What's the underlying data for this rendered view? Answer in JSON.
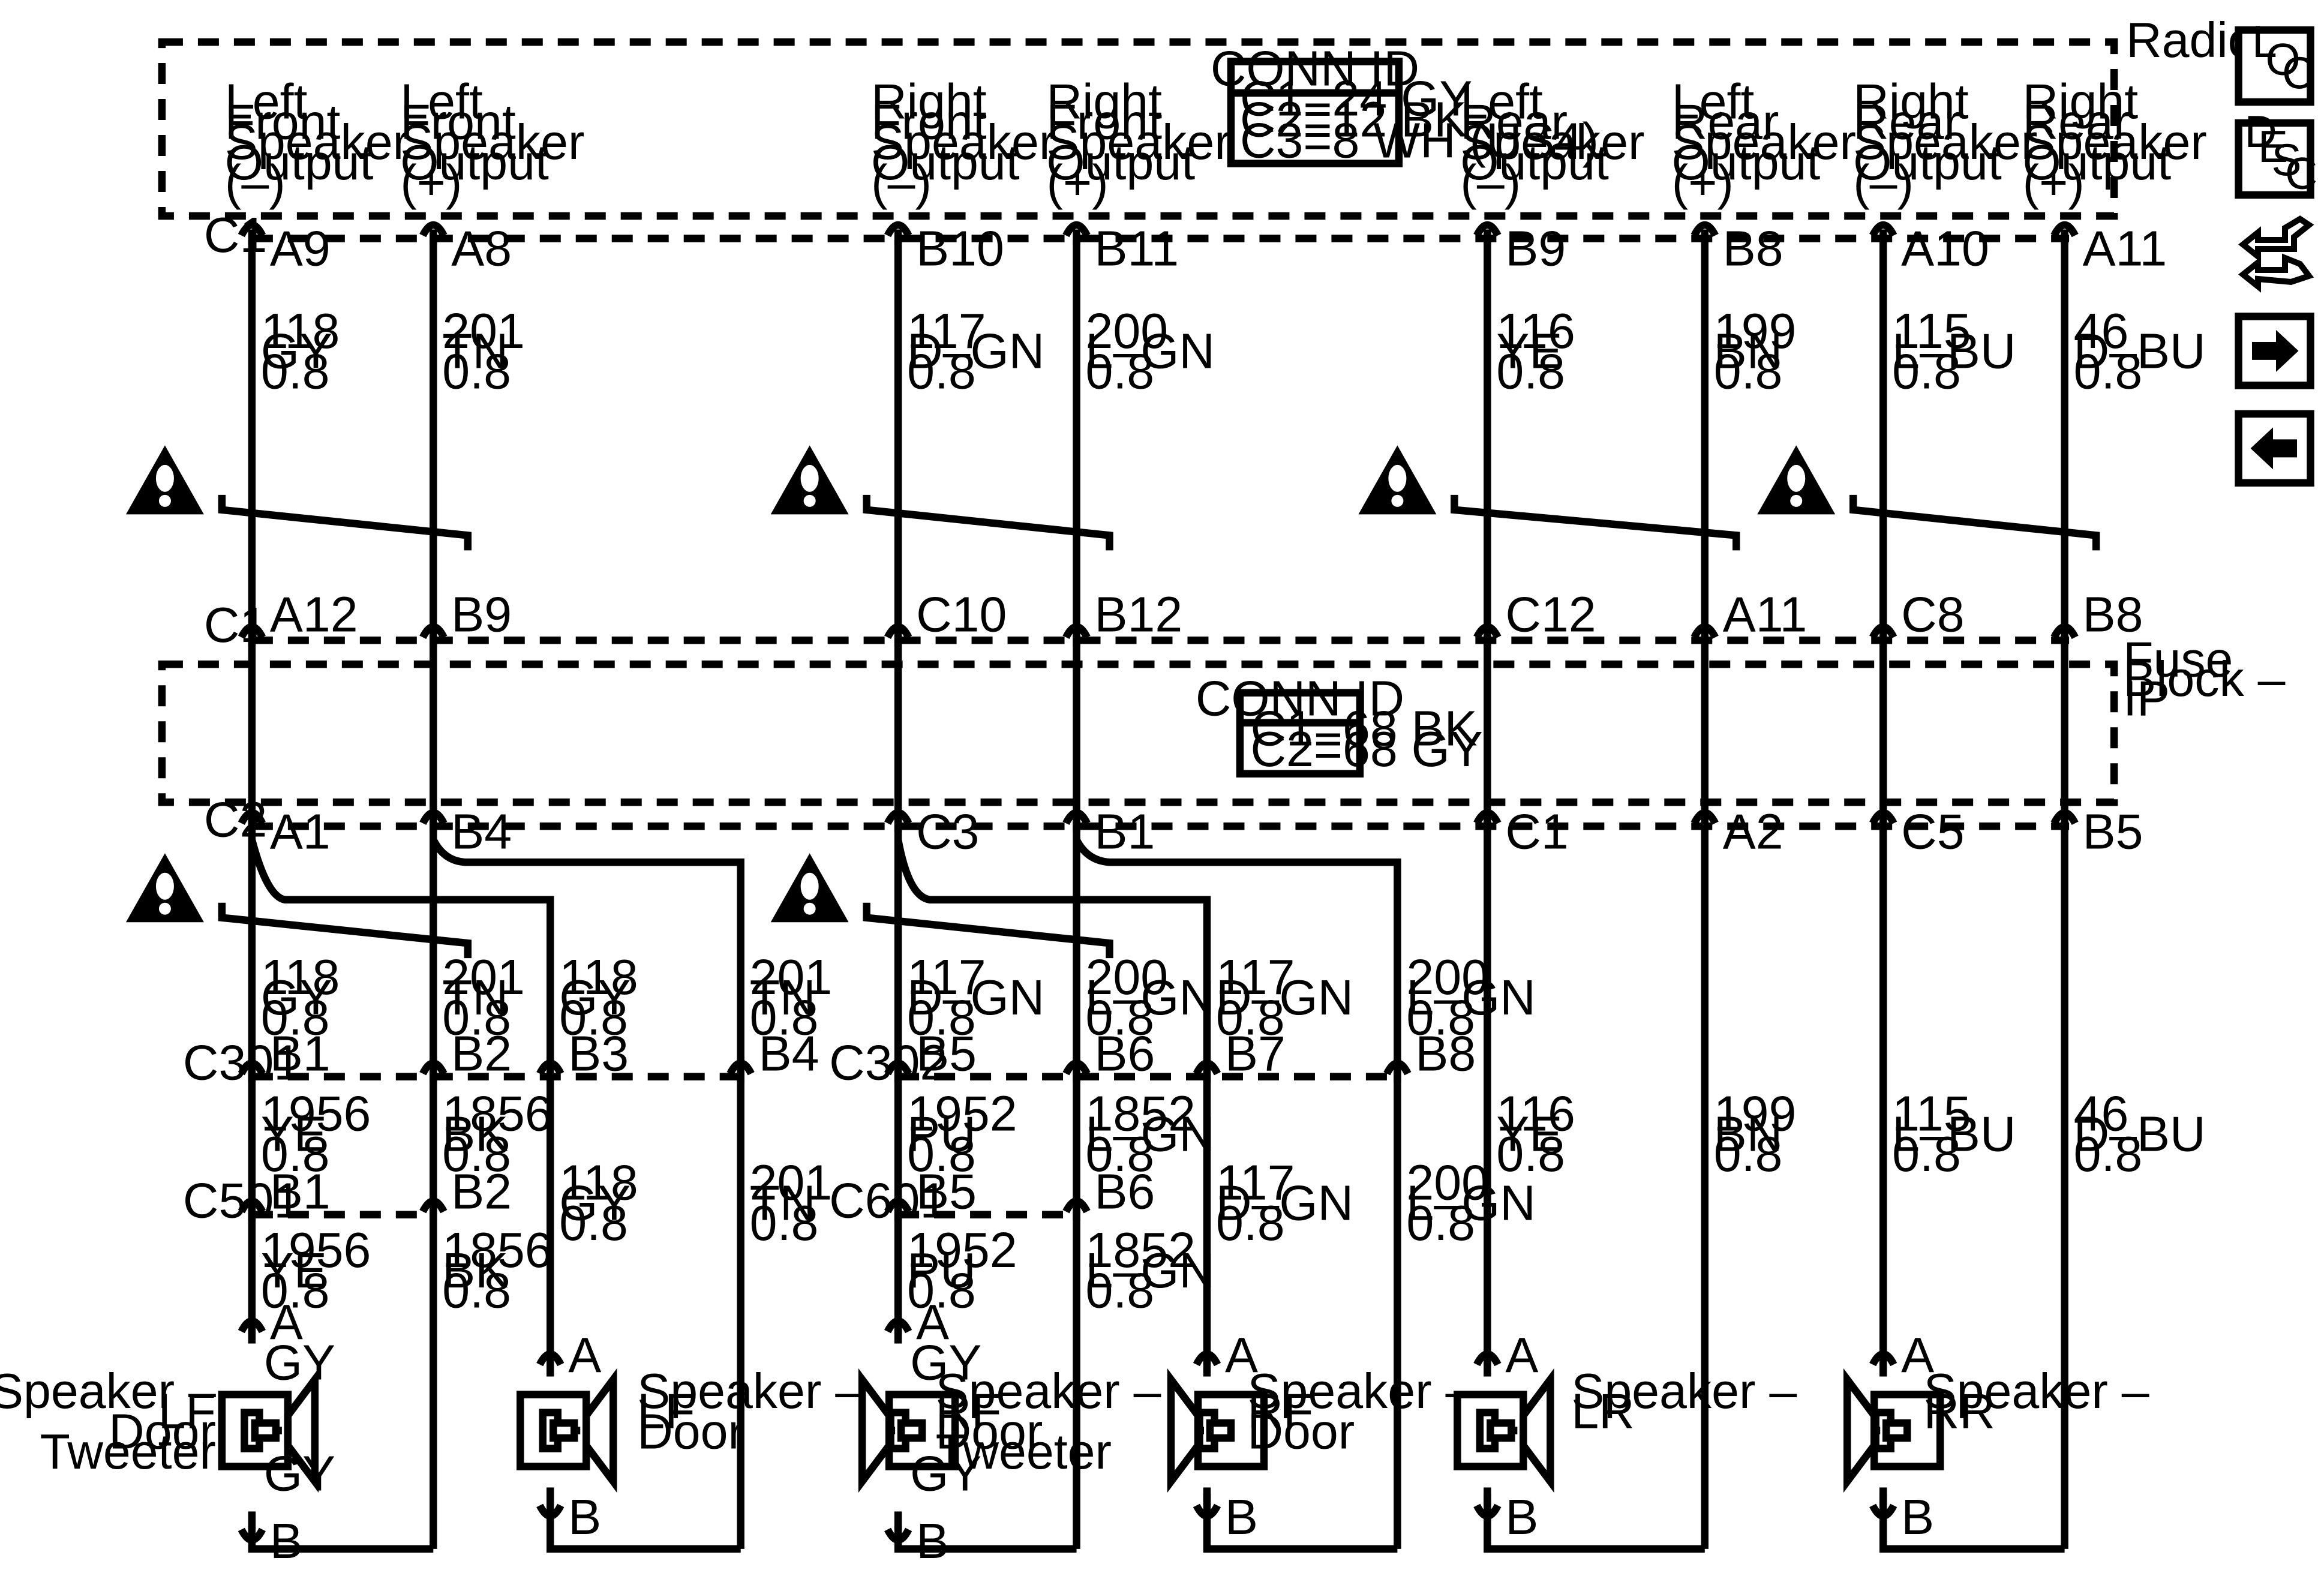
{
  "radio": {
    "title": "Radio",
    "conn_id_title": "CONN ID",
    "conn_ids": [
      "C1=24 GY",
      "C2=12 BK",
      "C3=8 WH (US4)"
    ],
    "outputs": [
      [
        "Left",
        "Front",
        "Speaker",
        "Output",
        "(–)"
      ],
      [
        "Left",
        "Front",
        "Speaker",
        "Output",
        "(+)"
      ],
      [
        "Right",
        "Front",
        "Speaker",
        "Output",
        "(–)"
      ],
      [
        "Right",
        "Front",
        "Speaker",
        "Output",
        "(+)"
      ],
      [
        "Left",
        "Rear",
        "Speaker",
        "Output",
        "(–)"
      ],
      [
        "Left",
        "Rear",
        "Speaker",
        "Output",
        "(+)"
      ],
      [
        "Right",
        "Rear",
        "Speaker",
        "Output",
        "(–)"
      ],
      [
        "Right",
        "Rear",
        "Speaker",
        "Output",
        "(+)"
      ]
    ],
    "connector": "C1",
    "pins": [
      "A9",
      "A8",
      "B10",
      "B11",
      "B9",
      "B8",
      "A10",
      "A11"
    ]
  },
  "wires_top": [
    [
      "118",
      "GY",
      "0.8"
    ],
    [
      "201",
      "TN",
      "0.8"
    ],
    [
      "117",
      "D–GN",
      "0.8"
    ],
    [
      "200",
      "L–GN",
      "0.8"
    ],
    [
      "116",
      "YE",
      "0.8"
    ],
    [
      "199",
      "BN",
      "0.8"
    ],
    [
      "115",
      "L–BU",
      "0.8"
    ],
    [
      "46",
      "D–BU",
      "0.8"
    ]
  ],
  "fuse_block": {
    "title": [
      "Fuse",
      "Block –",
      "IP"
    ],
    "conn_id_title": "CONN ID",
    "conn_ids": [
      "C1=68 BK",
      "C2=68 GY"
    ],
    "top_connector": "C1",
    "top_pins": [
      "A12",
      "B9",
      "C10",
      "B12",
      "C12",
      "A11",
      "C8",
      "B8"
    ],
    "bottom_connector": "C2",
    "bottom_pins": [
      "A1",
      "B4",
      "C3",
      "B1",
      "C1",
      "A2",
      "C5",
      "B5"
    ]
  },
  "wires_mid": [
    [
      "118",
      "GY",
      "0.8"
    ],
    [
      "201",
      "TN",
      "0.8"
    ],
    [
      "118",
      "GY",
      "0.8"
    ],
    [
      "201",
      "TN",
      "0.8"
    ],
    [
      "117",
      "D–GN",
      "0.8"
    ],
    [
      "200",
      "L–GN",
      "0.8"
    ],
    [
      "117",
      "D–GN",
      "0.8"
    ],
    [
      "200",
      "L–GN",
      "0.8"
    ]
  ],
  "c301": {
    "name": "C301",
    "pins": [
      "B1",
      "B2",
      "B3",
      "B4"
    ]
  },
  "c302": {
    "name": "C302",
    "pins": [
      "B5",
      "B6",
      "B7",
      "B8"
    ]
  },
  "wires_low": [
    [
      "1956",
      "YE",
      "0.8"
    ],
    [
      "1856",
      "BK",
      "0.8"
    ],
    [
      "118",
      "GY",
      "0.8"
    ],
    [
      "201",
      "TN",
      "0.8"
    ],
    [
      "1952",
      "PU",
      "0.8"
    ],
    [
      "1852",
      "L–GN",
      "0.8"
    ],
    [
      "117",
      "D–GN",
      "0.8"
    ],
    [
      "200",
      "L–GN",
      "0.8"
    ],
    [
      "116",
      "YE",
      "0.8"
    ],
    [
      "199",
      "BN",
      "0.8"
    ],
    [
      "115",
      "L–BU",
      "0.8"
    ],
    [
      "46",
      "D–BU",
      "0.8"
    ]
  ],
  "c501": {
    "name": "C501",
    "pins": [
      "B1",
      "B2"
    ]
  },
  "c601": {
    "name": "C601",
    "pins": [
      "B5",
      "B6"
    ]
  },
  "wires_bottom": [
    [
      "1956",
      "YE",
      "0.8"
    ],
    [
      "1856",
      "BK",
      "0.8"
    ],
    [
      "1952",
      "PU",
      "0.8"
    ],
    [
      "1852",
      "L–GN",
      "0.8"
    ]
  ],
  "speakers": [
    {
      "name": [
        "Speaker –",
        "LF",
        "Door",
        "Tweeter"
      ],
      "pin_a": "A",
      "pin_b": "B",
      "color_a": "GY",
      "color_b": "GY"
    },
    {
      "name": [
        "Speaker –",
        "LF",
        "Door"
      ],
      "pin_a": "A",
      "pin_b": "B"
    },
    {
      "name": [
        "Speaker –",
        "RF",
        "Door",
        "Tweeter"
      ],
      "pin_a": "A",
      "pin_b": "B",
      "color_a": "GY",
      "color_b": "GY"
    },
    {
      "name": [
        "Speaker –",
        "RF",
        "Door"
      ],
      "pin_a": "A",
      "pin_b": "B"
    },
    {
      "name": [
        "Speaker –",
        "LR"
      ],
      "pin_a": "A",
      "pin_b": "B"
    },
    {
      "name": [
        "Speaker –",
        "RR"
      ],
      "pin_a": "A",
      "pin_b": "B"
    }
  ],
  "nav": {
    "loc": [
      "L",
      "O",
      "C"
    ],
    "desc": [
      "D",
      "E",
      "S",
      "C"
    ]
  }
}
